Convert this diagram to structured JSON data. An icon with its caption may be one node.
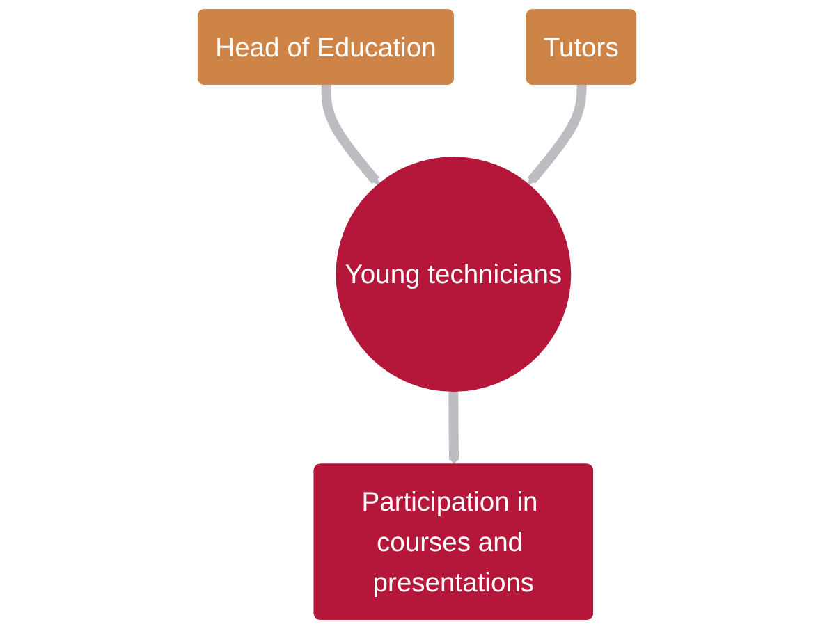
{
  "diagram": {
    "nodes": [
      {
        "text": [
          "Head of Education"
        ]
      },
      {
        "text": [
          "Tutors"
        ]
      },
      {
        "text": [
          "Young technicians"
        ]
      },
      {
        "text": [
          "Participation in courses and presentations"
        ]
      }
    ],
    "edges": [
      {
        "from": 0,
        "to": 2,
        "arrow": "to"
      },
      {
        "from": 1,
        "to": 2,
        "arrow": "to"
      },
      {
        "from": 2,
        "to": 3,
        "arrow": "to"
      }
    ]
  }
}
